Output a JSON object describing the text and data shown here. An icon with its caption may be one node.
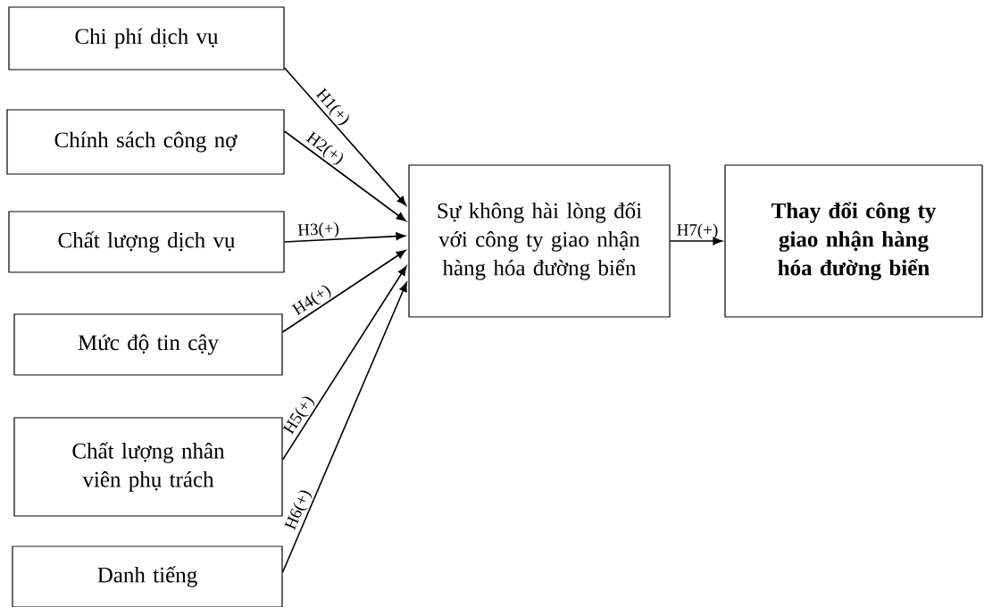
{
  "diagram": {
    "nodes": [
      {
        "text": [
          "Chi phí dịch vụ"
        ]
      },
      {
        "text": [
          "Chính sách công nợ"
        ]
      },
      {
        "text": [
          "Chất lượng dịch vụ"
        ]
      },
      {
        "text": [
          "Mức độ tin cậy"
        ]
      },
      {
        "text": [
          "Chất lượng nhân viên phụ trách"
        ]
      },
      {
        "text": [
          "Danh tiếng"
        ]
      },
      {
        "text": [
          "Sự không hài lòng đối với công ty giao nhận hàng hóa đường biển"
        ]
      },
      {
        "text": [
          "Thay đổi công ty giao nhận hàng hóa đường biển"
        ]
      }
    ],
    "edges": [
      {
        "from": 0,
        "to": 6,
        "arrow": "to",
        "label": "H1(+)"
      },
      {
        "from": 1,
        "to": 6,
        "arrow": "to",
        "label": "H2(+)"
      },
      {
        "from": 2,
        "to": 6,
        "arrow": "to",
        "label": "H3(+)"
      },
      {
        "from": 3,
        "to": 6,
        "arrow": "to",
        "label": "H4(+)"
      },
      {
        "from": 4,
        "to": 6,
        "arrow": "to",
        "label": "H5(+)"
      },
      {
        "from": 5,
        "to": 6,
        "arrow": "to",
        "label": "H6(+)"
      },
      {
        "from": 6,
        "to": 7,
        "arrow": "to",
        "label": "H7(+)"
      }
    ]
  }
}
